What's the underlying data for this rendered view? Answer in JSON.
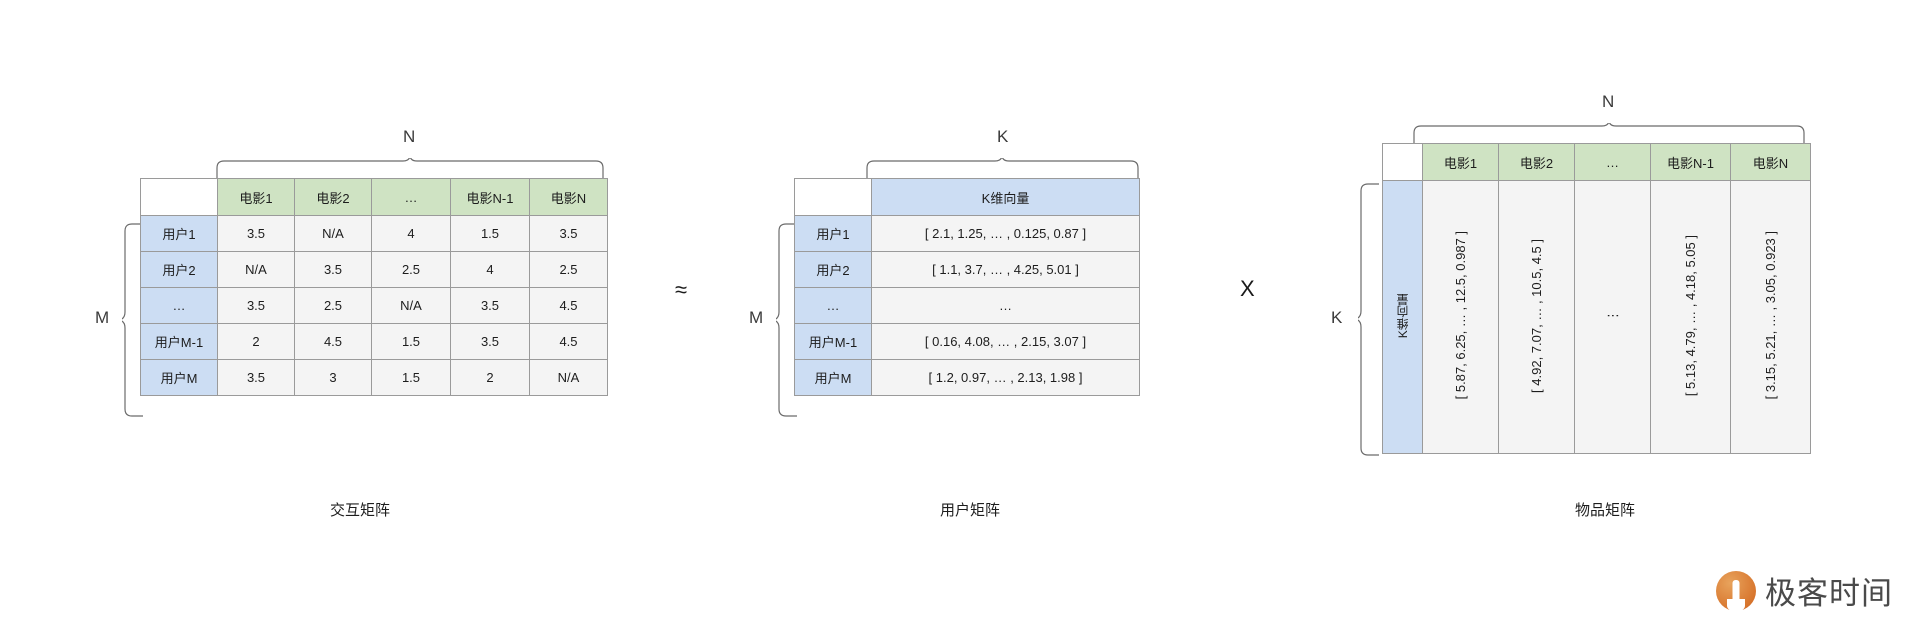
{
  "operators": {
    "approx": "≈",
    "times": "X"
  },
  "interaction_matrix": {
    "caption": "交互矩阵",
    "dim_top_label": "N",
    "dim_left_label": "M",
    "column_headers": [
      "电影1",
      "电影2",
      "…",
      "电影N-1",
      "电影N"
    ],
    "row_headers": [
      "用户1",
      "用户2",
      "…",
      "用户M-1",
      "用户M"
    ],
    "rows": [
      [
        "3.5",
        "N/A",
        "4",
        "1.5",
        "3.5"
      ],
      [
        "N/A",
        "3.5",
        "2.5",
        "4",
        "2.5"
      ],
      [
        "3.5",
        "2.5",
        "N/A",
        "3.5",
        "4.5"
      ],
      [
        "2",
        "4.5",
        "1.5",
        "3.5",
        "4.5"
      ],
      [
        "3.5",
        "3",
        "1.5",
        "2",
        "N/A"
      ]
    ]
  },
  "user_matrix": {
    "caption": "用户矩阵",
    "dim_top_label": "K",
    "dim_left_label": "M",
    "column_header": "K维向量",
    "row_headers": [
      "用户1",
      "用户2",
      "…",
      "用户M-1",
      "用户M"
    ],
    "vectors": [
      "[ 2.1, 1.25, … , 0.125, 0.87 ]",
      "[ 1.1, 3.7, … , 4.25, 5.01 ]",
      "…",
      "[ 0.16, 4.08, … , 2.15, 3.07 ]",
      "[ 1.2, 0.97, … , 2.13, 1.98 ]"
    ]
  },
  "item_matrix": {
    "caption": "物品矩阵",
    "dim_top_label": "N",
    "dim_left_label": "K",
    "row_header": "K维向量",
    "column_headers": [
      "电影1",
      "电影2",
      "…",
      "电影N-1",
      "电影N"
    ],
    "vectors": [
      "[ 5.87, 6.25, … , 12.5, 0.987 ]",
      "[ 4.92, 7.07, … , 10.5, 4.5 ]",
      "⋮",
      "[ 5.13, 4.79, … , 4.18, 5.05 ]",
      "[ 3.15, 5.21, … , 3.05, 0.923 ]"
    ]
  },
  "watermark": {
    "brand": "极客时间"
  },
  "colors": {
    "header_green": "#cfe3c3",
    "header_blue": "#ccddf3",
    "cell_gray": "#f4f4f4",
    "border_gray": "#9a9a9a",
    "brand_orange": "#d8762e"
  }
}
